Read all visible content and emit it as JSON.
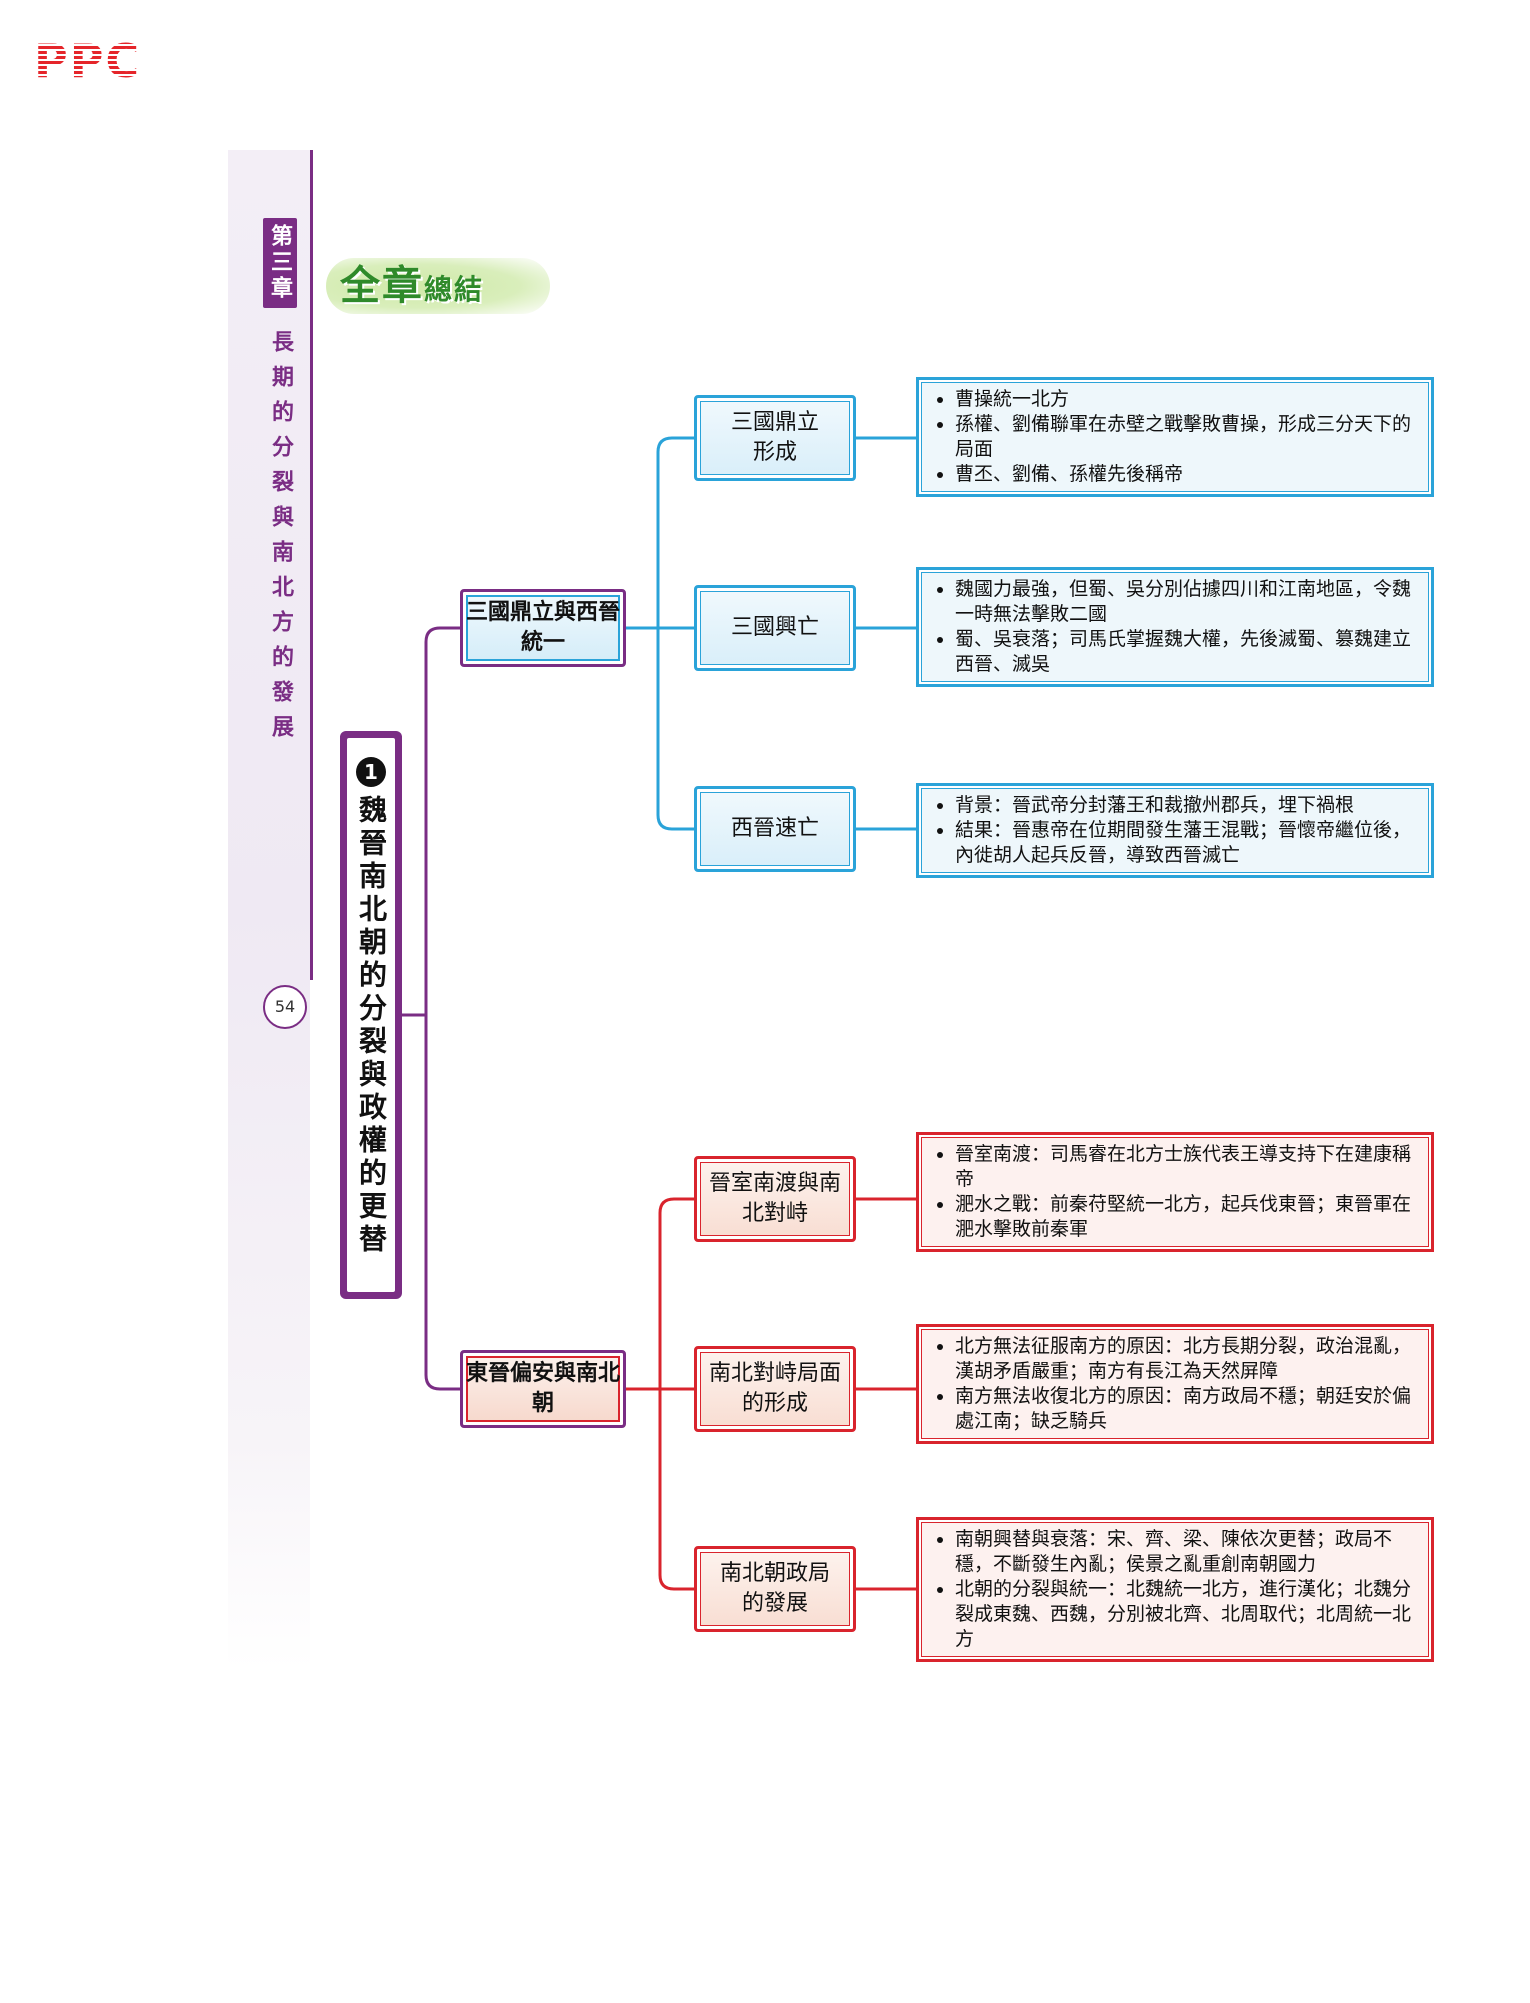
{
  "logo": "PPC",
  "sidebar": {
    "chapter_no": "第三章",
    "chapter_title": "長期的分裂與南北方的發展",
    "page_no": "54"
  },
  "heading": {
    "big": "全章",
    "small": "總結"
  },
  "main": {
    "number": "1",
    "title": "魏晉南北朝的分裂與政權的更替"
  },
  "colors": {
    "purple": "#7a2d84",
    "blue": "#2aa3d9",
    "red": "#d9242d",
    "heading_green": "#2f8a2a"
  },
  "sections": [
    {
      "label": "三國鼎立與西晉統一",
      "topics": [
        {
          "label": "三國鼎立形成",
          "points": [
            "曹操統一北方",
            "孫權、劉備聯軍在赤壁之戰擊敗曹操，形成三分天下的局面",
            "曹丕、劉備、孫權先後稱帝"
          ]
        },
        {
          "label": "三國興亡",
          "points": [
            "魏國力最強，但蜀、吳分別佔據四川和江南地區，令魏一時無法擊敗二國",
            "蜀、吳衰落；司馬氏掌握魏大權，先後滅蜀、篡魏建立西晉、滅吳"
          ]
        },
        {
          "label": "西晉速亡",
          "points": [
            "背景：晉武帝分封藩王和裁撤州郡兵，埋下禍根",
            "結果：晉惠帝在位期間發生藩王混戰；晉懷帝繼位後，內徙胡人起兵反晉，導致西晉滅亡"
          ]
        }
      ]
    },
    {
      "label": "東晉偏安與南北朝",
      "topics": [
        {
          "label": "晉室南渡與南北對峙",
          "points": [
            "晉室南渡：司馬睿在北方士族代表王導支持下在建康稱帝",
            "淝水之戰：前秦苻堅統一北方，起兵伐東晉；東晉軍在淝水擊敗前秦軍"
          ]
        },
        {
          "label": "南北對峙局面的形成",
          "points": [
            "北方無法征服南方的原因：北方長期分裂，政治混亂，漢胡矛盾嚴重；南方有長江為天然屏障",
            "南方無法收復北方的原因：南方政局不穩；朝廷安於偏處江南；缺乏騎兵"
          ]
        },
        {
          "label": "南北朝政局的發展",
          "points": [
            "南朝興替與衰落：宋、齊、梁、陳依次更替；政局不穩，不斷發生內亂；侯景之亂重創南朝國力",
            "北朝的分裂與統一：北魏統一北方，進行漢化；北魏分裂成東魏、西魏，分別被北齊、北周取代；北周統一北方"
          ]
        }
      ]
    }
  ]
}
